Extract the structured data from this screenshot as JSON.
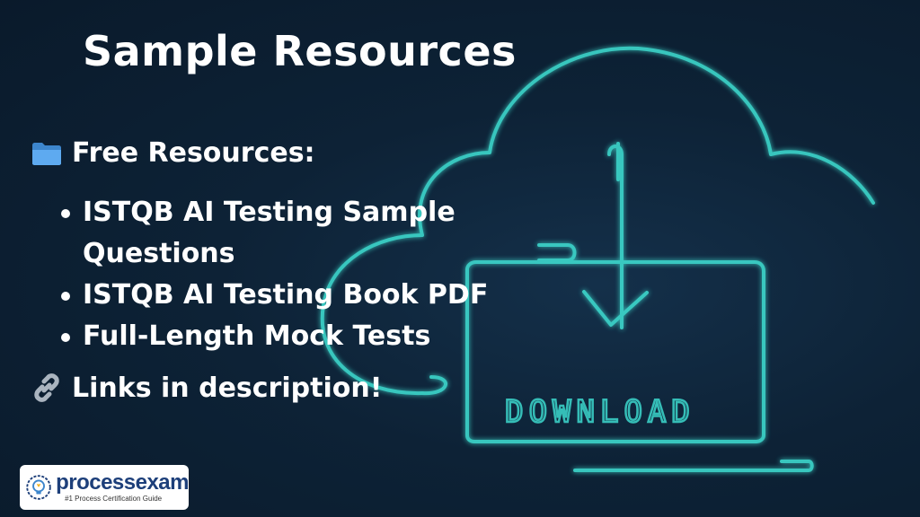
{
  "title": "Sample Resources",
  "section": {
    "icon": "folder-icon",
    "heading": "Free Resources:"
  },
  "resources": [
    {
      "line1": "ISTQB AI Testing Sample",
      "line2": "Questions"
    },
    {
      "line1": "ISTQB AI Testing Book PDF",
      "line2": ""
    },
    {
      "line1": "Full-Length Mock Tests",
      "line2": ""
    }
  ],
  "links": {
    "icon": "link-icon",
    "text": "Links in description!"
  },
  "logo": {
    "name": "processexam",
    "tagline": "#1 Process Certification Guide"
  },
  "background": {
    "illustration": "cloud-download-icon",
    "illustration_label": "DOWNLOAD"
  },
  "colors": {
    "background": "#0d2236",
    "neon_glow": "#3fe3d6",
    "text": "#ffffff",
    "logo_blue": "#1d3f7a",
    "folder_blue": "#4a9be0"
  }
}
